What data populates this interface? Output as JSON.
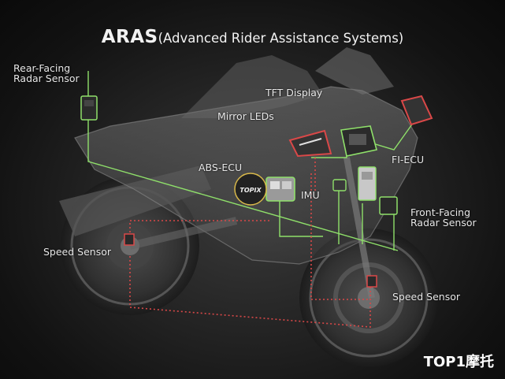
{
  "title": {
    "main": "ARAS",
    "sub": "(Advanced Rider Assistance Systems)"
  },
  "labels": {
    "rear_radar_line1": "Rear-Facing",
    "rear_radar_line2": "Radar Sensor",
    "tft": "TFT Display",
    "mirror_leds": "Mirror LEDs",
    "abs_ecu": "ABS-ECU",
    "fi_ecu": "FI-ECU",
    "imu": "IMU",
    "front_radar_line1": "Front-Facing",
    "front_radar_line2": "Radar Sensor",
    "speed_rear": "Speed Sensor",
    "speed_front": "Speed Sensor"
  },
  "watermark": "TOP1摩托",
  "colors": {
    "green_line": "#8fe06a",
    "red_line": "#d94848",
    "bg": "#1e1e1e"
  }
}
